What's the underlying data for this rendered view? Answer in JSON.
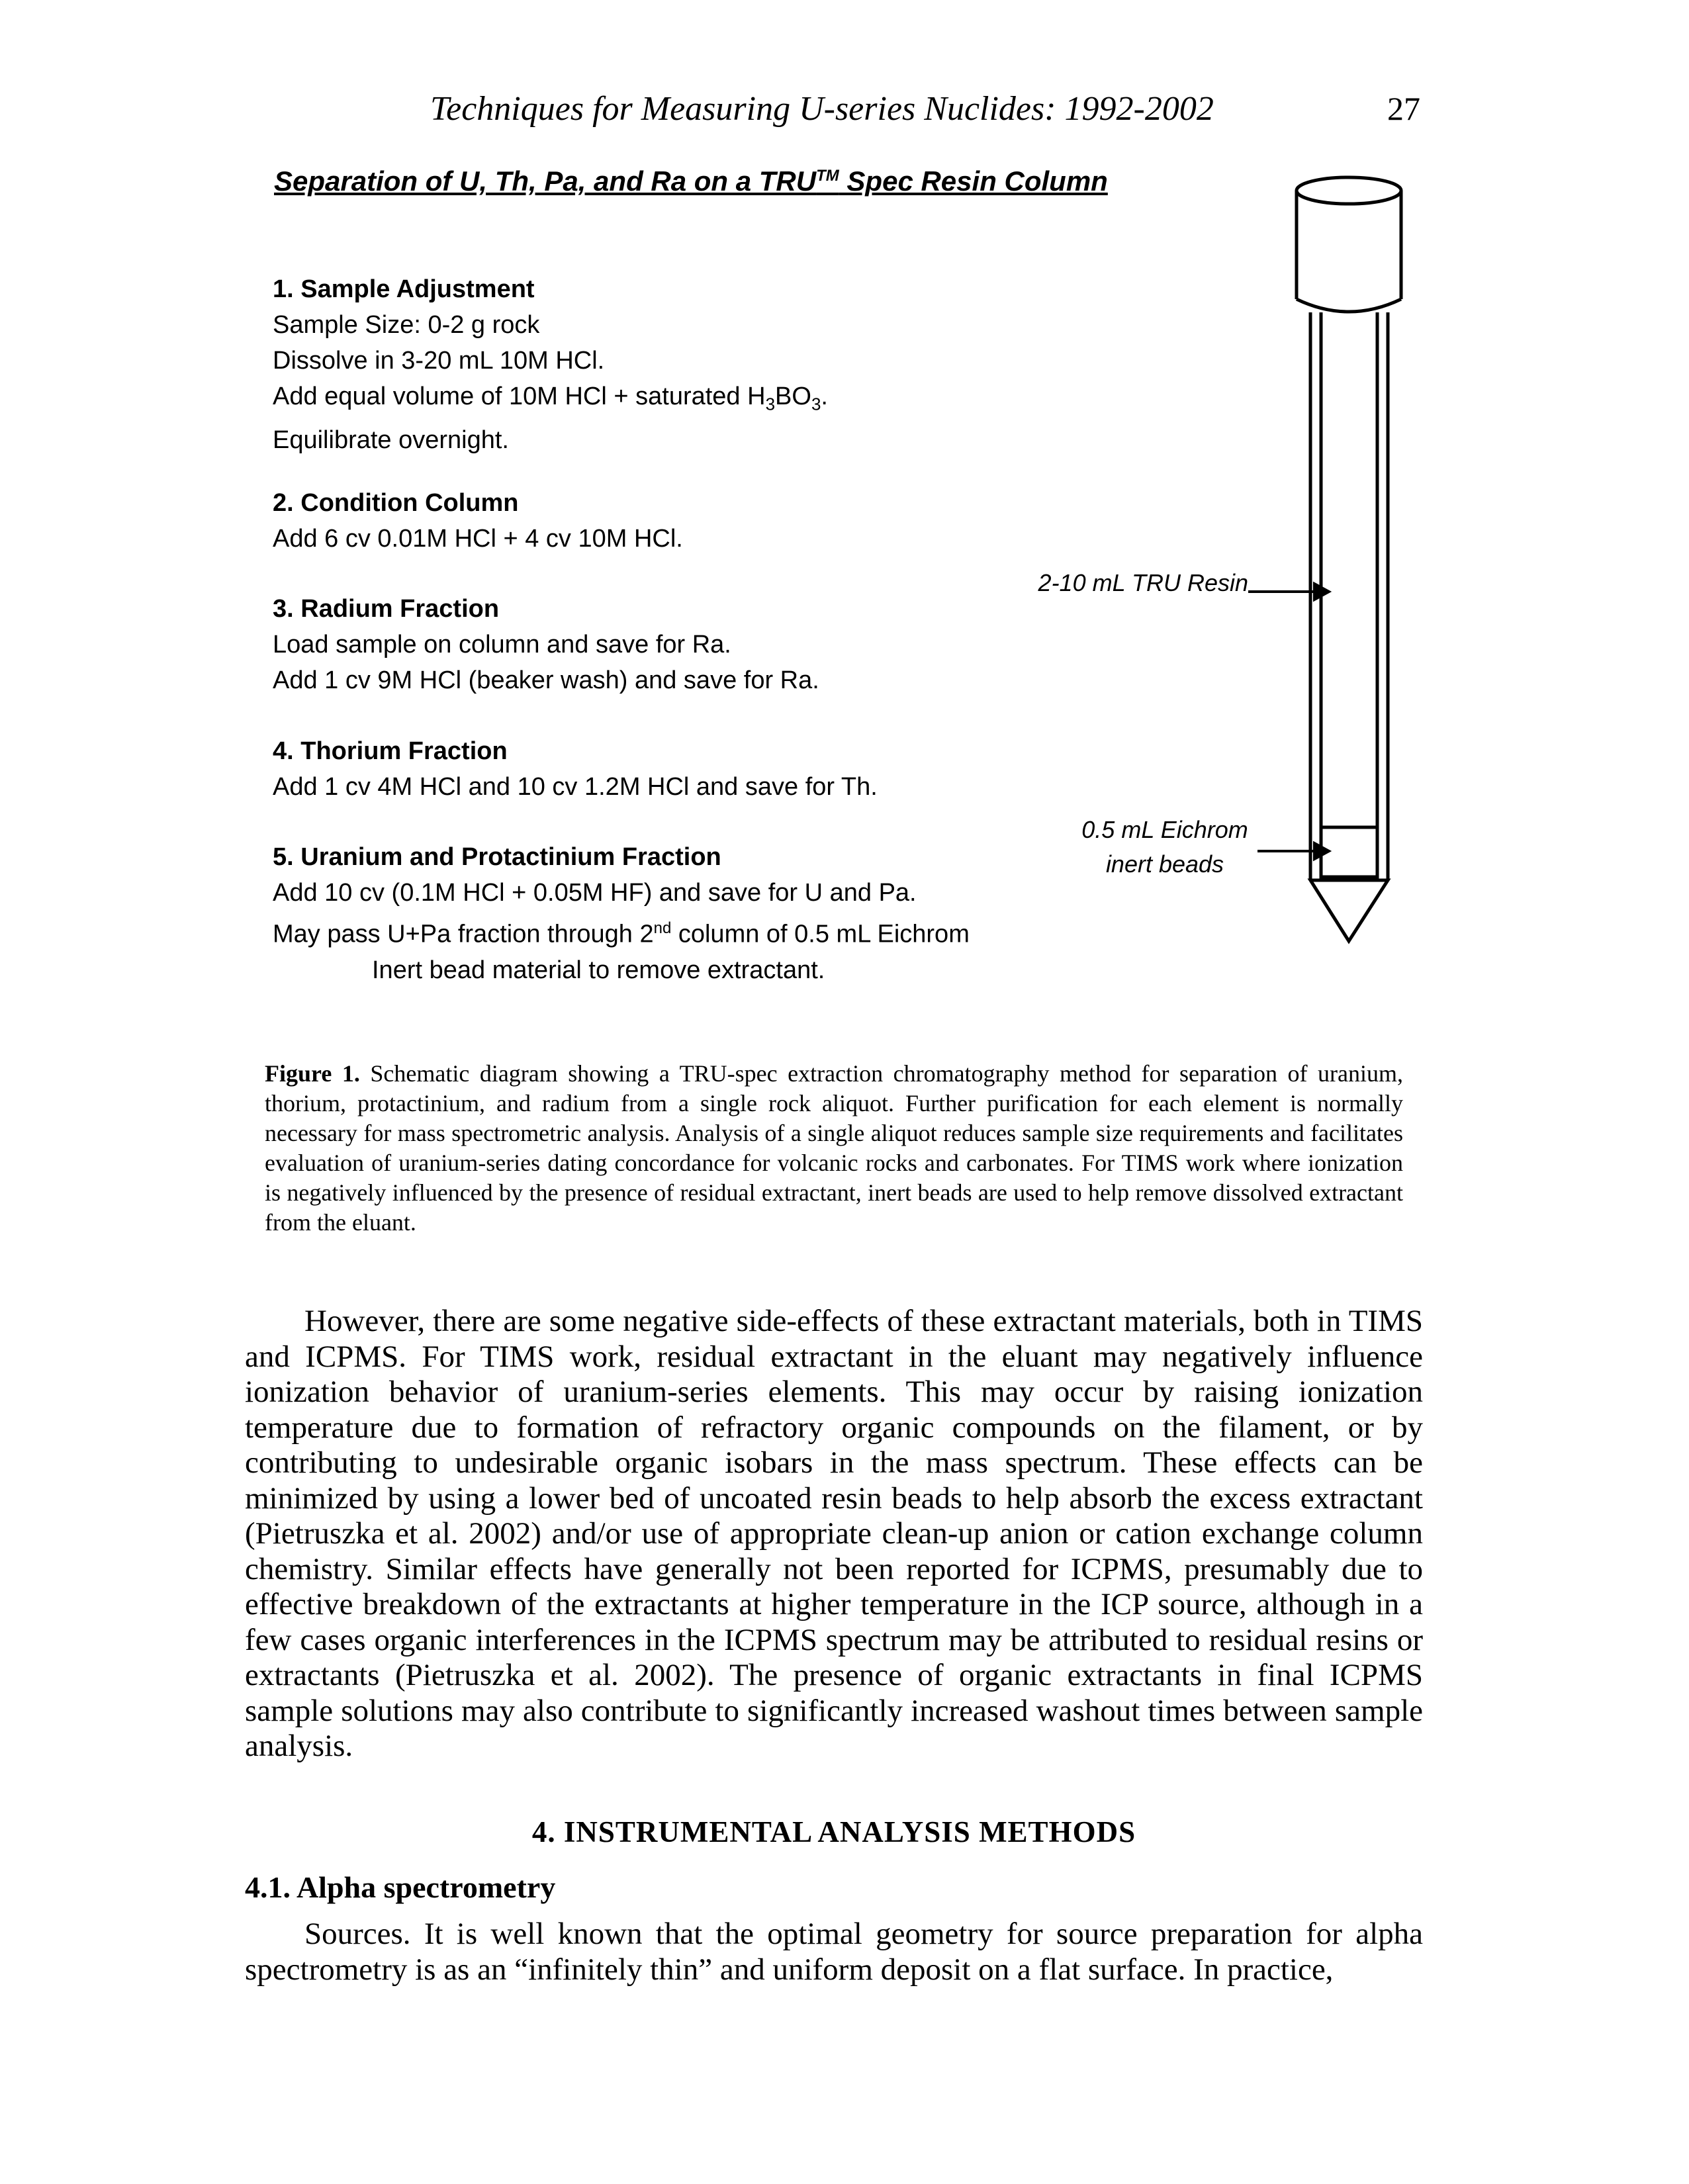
{
  "header": {
    "running_title": "Techniques for Measuring U-series Nuclides: 1992-2002",
    "page_number": "27"
  },
  "figure": {
    "title_main": "Separation of U, Th, Pa, and Ra on a TRU",
    "title_tm": "TM",
    "title_end": " Spec Resin Column",
    "steps": [
      {
        "title": "1. Sample Adjustment",
        "line1": "Sample Size:  0-2 g rock",
        "line2": "Dissolve in 3-20 mL 10M HCl.",
        "line3a": "Add equal volume of 10M HCl + saturated H",
        "line3_sub1": "3",
        "line3b": "BO",
        "line3_sub2": "3",
        "line3c": ".",
        "line4": "Equilibrate overnight."
      },
      {
        "title": "2. Condition Column",
        "line1": "Add 6 cv 0.01M HCl + 4 cv 10M HCl."
      },
      {
        "title": "3. Radium Fraction",
        "line1": "Load sample on column and save for Ra.",
        "line2": "Add 1 cv 9M HCl (beaker wash) and save for Ra."
      },
      {
        "title": "4. Thorium Fraction",
        "line1": "Add 1 cv 4M HCl and 10 cv 1.2M HCl and save for Th."
      },
      {
        "title": "5. Uranium and Protactinium Fraction",
        "line1": "Add 10 cv (0.1M HCl + 0.05M HF) and save for U and Pa.",
        "line2a": "May pass U+Pa fraction through 2",
        "line2_sup": "nd",
        "line2b": " column of 0.5 mL Eichrom",
        "line3": "Inert bead material to remove extractant."
      }
    ],
    "label_resin": "2-10 mL TRU Resin",
    "label_beads_1": "0.5 mL Eichrom",
    "label_beads_2": "inert beads"
  },
  "caption": {
    "label": "Figure 1.",
    "text": " Schematic diagram showing a TRU-spec extraction chromatography method for separation of uranium, thorium, protactinium, and radium from a single rock aliquot. Further purification for each element is normally necessary for mass spectrometric analysis. Analysis of a single aliquot reduces sample size requirements and facilitates evaluation of uranium-series dating concordance for volcanic rocks and carbonates. For TIMS work where ionization is negatively influenced by the presence of residual extractant, inert beads are used to help remove dissolved extractant from the eluant."
  },
  "body": {
    "paragraph1": "However, there are some negative side-effects of these extractant materials, both in TIMS and ICPMS. For TIMS work, residual extractant in the eluant may negatively influence ionization behavior of uranium-series elements. This may occur by raising ionization temperature due to formation of refractory organic compounds on the filament, or by contributing to undesirable organic isobars in the mass spectrum. These effects can be minimized by using a lower bed of uncoated resin beads to help absorb the excess extractant (Pietruszka et al. 2002) and/or use of appropriate clean-up anion or cation exchange column chemistry. Similar effects have generally not been reported for ICPMS, presumably due to effective breakdown of the extractants at higher temperature in the ICP source, although in a few cases organic interferences in the ICPMS spectrum may be attributed to residual resins or extractants (Pietruszka et al. 2002).  The presence of organic extractants in final ICPMS sample solutions may also contribute to significantly increased washout times between sample analysis.",
    "section_heading": "4. INSTRUMENTAL ANALYSIS METHODS",
    "subsection_heading": "4.1. Alpha spectrometry",
    "paragraph2": "Sources. It is well known that the optimal geometry for source preparation for alpha spectrometry is as an “infinitely thin” and uniform deposit on a flat surface. In practice,"
  }
}
